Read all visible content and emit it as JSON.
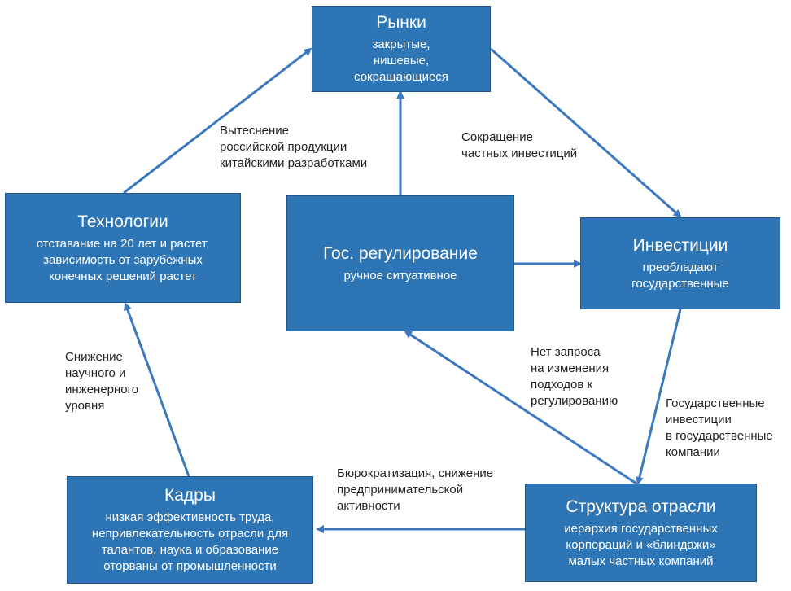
{
  "colors": {
    "node_fill": "#2e75b6",
    "node_text": "#ffffff",
    "arrow": "#3b78c0",
    "label_text": "#222222"
  },
  "nodes": {
    "markets": {
      "title": "Рынки",
      "desc": [
        "закрытые,",
        "нишевые,",
        "сокращающиеся"
      ]
    },
    "technologies": {
      "title": "Технологии",
      "desc": [
        "отставание на 20 лет и растет,",
        "зависимость от зарубежных",
        "конечных решений растет"
      ]
    },
    "regulation": {
      "title": "Гос. регулирование",
      "desc": [
        "ручное ситуативное"
      ]
    },
    "investments": {
      "title": "Инвестиции",
      "desc": [
        "преобладают",
        "государственные"
      ]
    },
    "personnel": {
      "title": "Кадры",
      "desc": [
        "низкая эффективность труда,",
        "непривлекательность отрасли для",
        "талантов, наука и образование",
        "оторваны от промышленности"
      ]
    },
    "structure": {
      "title": "Структура отрасли",
      "desc": [
        "иерархия государственных",
        "корпораций и «блиндажи»",
        "малых частных компаний"
      ]
    }
  },
  "edges": {
    "tech_to_markets": [
      "Вытеснение",
      "российской продукции",
      "китайскими разработками"
    ],
    "markets_to_investments": [
      "Сокращение",
      "частных инвестиций"
    ],
    "structure_to_regulation": [
      "Нет запроса",
      "на изменения",
      "подходов к",
      "регулированию"
    ],
    "investments_to_structure": [
      "Государственные",
      "инвестиции",
      "в государственные",
      "компании"
    ],
    "personnel_to_tech": [
      "Снижение",
      "научного и",
      "инженерного",
      "уровня"
    ],
    "structure_to_personnel": [
      "Бюрократизация, снижение",
      "предпринимательской",
      "активности"
    ]
  }
}
